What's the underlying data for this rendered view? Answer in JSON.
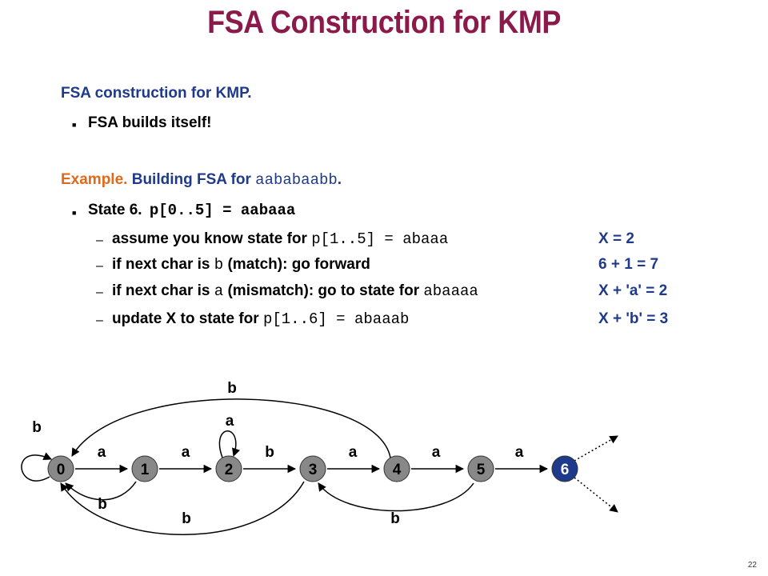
{
  "title": "FSA Construction for KMP",
  "intro": "FSA construction for KMP.",
  "bullet1": "FSA builds itself!",
  "example_label": "Example.",
  "example_text": "Building FSA for ",
  "example_pattern": "aababaabb",
  "example_end": ".",
  "state_label": "State 6.",
  "state_code": "p[0..5] = aabaaa",
  "lines": [
    {
      "pre": "assume you know state for ",
      "code": "p[1..5] = abaaa",
      "post": "",
      "right": "X = 2"
    },
    {
      "pre": "if next char is ",
      "code": "b",
      "post": " (match):  go forward",
      "right": "6 + 1 = 7"
    },
    {
      "pre": "if next char is ",
      "code": "a",
      "post": " (mismatch):  go to state for ",
      "code2": "abaaaa",
      "right": "X + 'a' = 2"
    },
    {
      "pre": "update X to state for ",
      "code": "p[1..6] = abaaab",
      "post": "",
      "right": "X + 'b' = 3"
    }
  ],
  "diagram": {
    "states": [
      "0",
      "1",
      "2",
      "3",
      "4",
      "5",
      "6"
    ],
    "forward_labels": [
      "a",
      "a",
      "b",
      "a",
      "a",
      "a"
    ],
    "labels": {
      "self_0": "b",
      "self_2": "a",
      "top_4_to_0": "b",
      "back_1_to_0": "b",
      "back_3_to_0": "b",
      "back_5_to_3": "b"
    },
    "state_colors": {
      "normal": "#888888",
      "current": "#1f3a8a"
    }
  },
  "page_number": "22"
}
